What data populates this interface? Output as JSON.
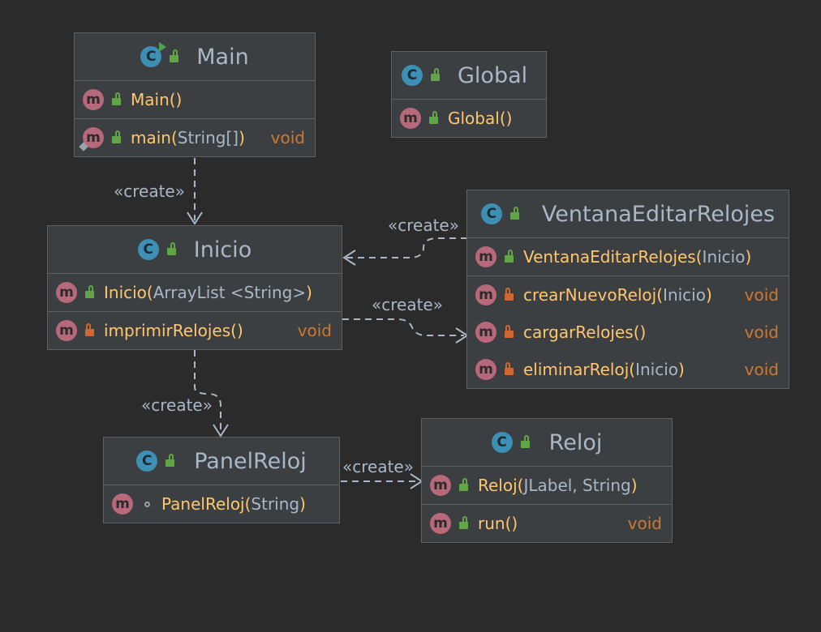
{
  "stereotype": "«create»",
  "classes": {
    "main": {
      "name": "Main",
      "methods": [
        {
          "name": "Main",
          "params": "",
          "ret": ""
        },
        {
          "name": "main",
          "params": "String[]",
          "ret": "void"
        }
      ]
    },
    "global": {
      "name": "Global",
      "methods": [
        {
          "name": "Global",
          "params": "",
          "ret": ""
        }
      ]
    },
    "inicio": {
      "name": "Inicio",
      "methods": [
        {
          "name": "Inicio",
          "params": "ArrayList <String>",
          "ret": ""
        },
        {
          "name": "imprimirRelojes",
          "params": "",
          "ret": "void"
        }
      ]
    },
    "ventana": {
      "name": "VentanaEditarRelojes",
      "methods": [
        {
          "name": "VentanaEditarRelojes",
          "params": "Inicio",
          "ret": ""
        },
        {
          "name": "crearNuevoReloj",
          "params": "Inicio",
          "ret": "void"
        },
        {
          "name": "cargarRelojes",
          "params": "",
          "ret": "void"
        },
        {
          "name": "eliminarReloj",
          "params": "Inicio",
          "ret": "void"
        }
      ]
    },
    "panel": {
      "name": "PanelReloj",
      "methods": [
        {
          "name": "PanelReloj",
          "params": "String",
          "ret": ""
        }
      ]
    },
    "reloj": {
      "name": "Reloj",
      "methods": [
        {
          "name": "Reloj",
          "params": "JLabel, String",
          "ret": ""
        },
        {
          "name": "run",
          "params": "",
          "ret": "void"
        }
      ]
    }
  },
  "icons": {
    "class_badge": "C",
    "method_badge": "m"
  },
  "colors": {
    "background": "#2b2b2b",
    "node_fill": "#3c3f41",
    "method_name": "#ffc66d",
    "return_type": "#cc7832",
    "class_badge": "#3d8fb3",
    "method_badge": "#b7687a"
  }
}
